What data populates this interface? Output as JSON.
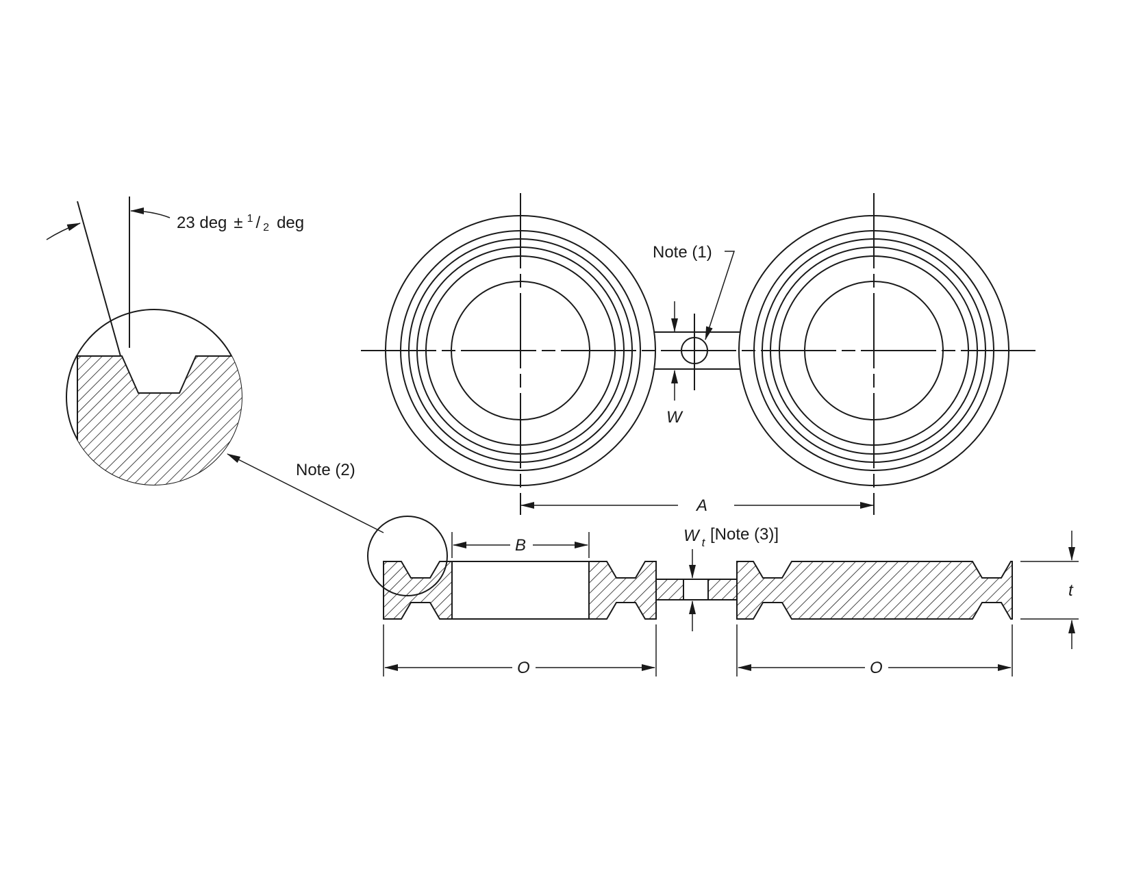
{
  "labels": {
    "angle_value": "23 deg",
    "angle_pm": "±",
    "angle_frac_num": "1",
    "angle_frac_slash": "/",
    "angle_frac_den": "2",
    "angle_unit": "deg",
    "note1": "Note (1)",
    "note2": "Note (2)",
    "note3": "[Note (3)]",
    "dim_W": "W",
    "dim_A": "A",
    "dim_B": "B",
    "dim_Wt_main": "W",
    "dim_Wt_sub": "t",
    "dim_O_left": "O",
    "dim_O_right": "O",
    "dim_t": "t"
  }
}
